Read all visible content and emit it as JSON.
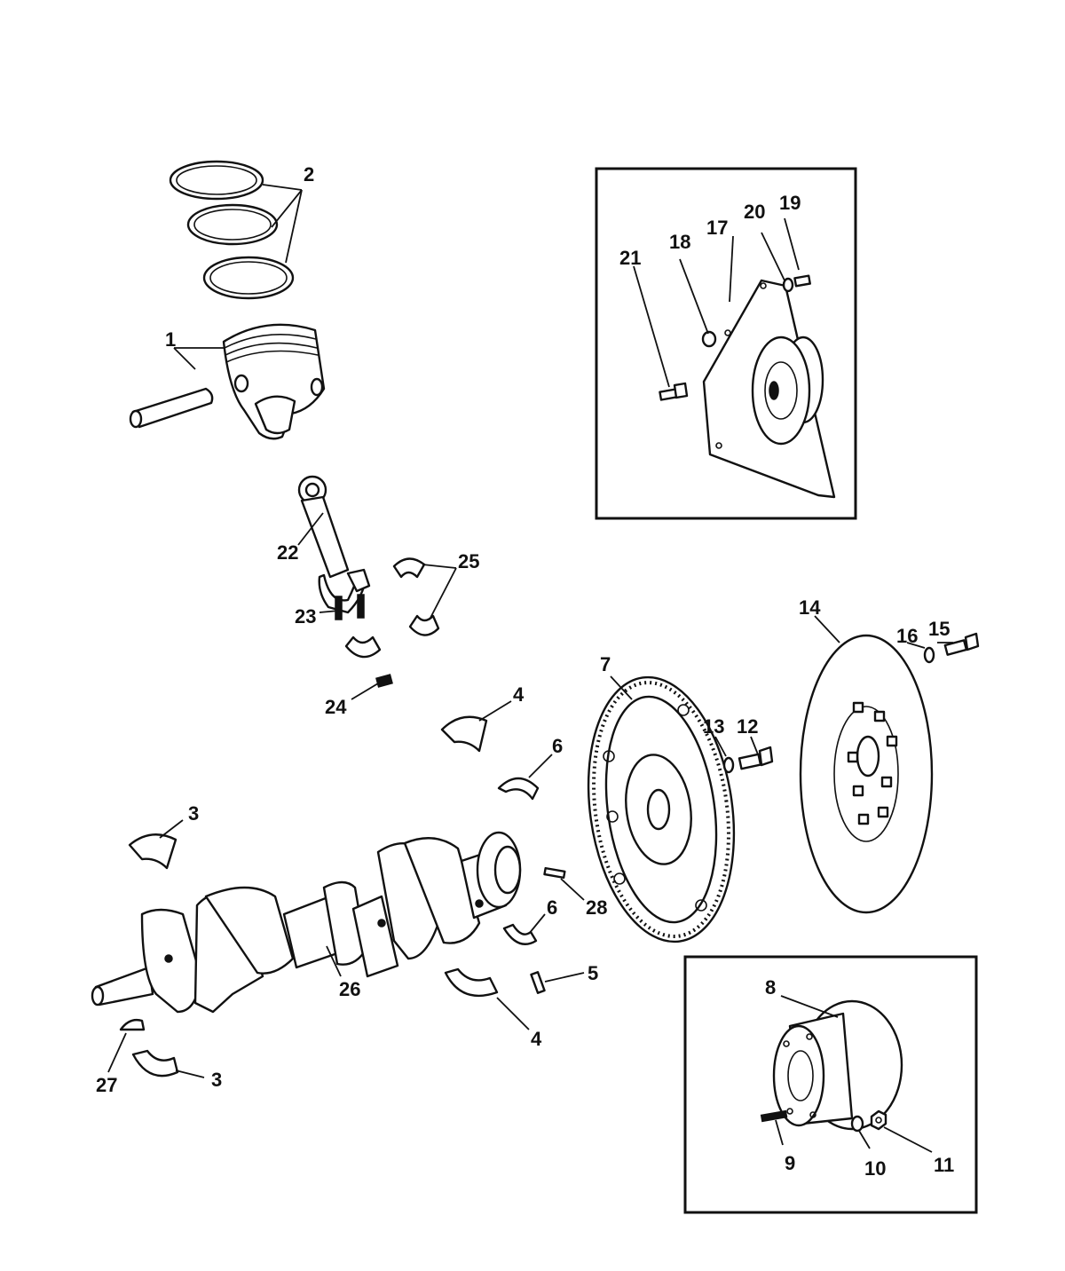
{
  "callouts": [
    {
      "id": "1",
      "text": "1"
    },
    {
      "id": "2",
      "text": "2"
    },
    {
      "id": "3a",
      "text": "3"
    },
    {
      "id": "3b",
      "text": "3"
    },
    {
      "id": "4a",
      "text": "4"
    },
    {
      "id": "4b",
      "text": "4"
    },
    {
      "id": "5",
      "text": "5"
    },
    {
      "id": "6a",
      "text": "6"
    },
    {
      "id": "6b",
      "text": "6"
    },
    {
      "id": "7",
      "text": "7"
    },
    {
      "id": "8",
      "text": "8"
    },
    {
      "id": "9",
      "text": "9"
    },
    {
      "id": "10",
      "text": "10"
    },
    {
      "id": "11",
      "text": "11"
    },
    {
      "id": "12",
      "text": "12"
    },
    {
      "id": "13",
      "text": "13"
    },
    {
      "id": "14",
      "text": "14"
    },
    {
      "id": "15",
      "text": "15"
    },
    {
      "id": "16",
      "text": "16"
    },
    {
      "id": "17",
      "text": "17"
    },
    {
      "id": "18",
      "text": "18"
    },
    {
      "id": "19",
      "text": "19"
    },
    {
      "id": "20",
      "text": "20"
    },
    {
      "id": "21",
      "text": "21"
    },
    {
      "id": "22",
      "text": "22"
    },
    {
      "id": "23",
      "text": "23"
    },
    {
      "id": "24",
      "text": "24"
    },
    {
      "id": "25",
      "text": "25"
    },
    {
      "id": "26",
      "text": "26"
    },
    {
      "id": "27",
      "text": "27"
    },
    {
      "id": "28",
      "text": "28"
    }
  ],
  "colors": {
    "ink": "#111111",
    "paper": "#ffffff"
  }
}
